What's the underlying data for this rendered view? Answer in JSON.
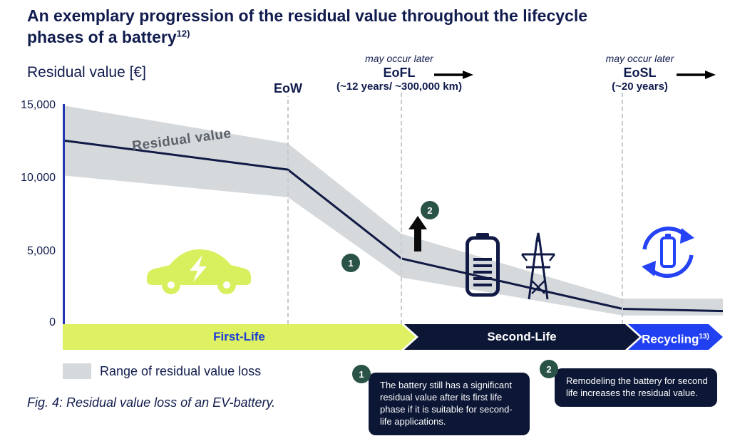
{
  "title": {
    "lines": [
      "An exemplary progression of the residual value throughout the lifecycle",
      "phases of a battery"
    ],
    "sup": "12)"
  },
  "axis": {
    "y_label": "Residual value [€]",
    "y_ticks": [
      "15,000",
      "10,000",
      "5,000",
      "0"
    ]
  },
  "band_label": "Residual value",
  "milestones": [
    {
      "label": "EoW",
      "note": "",
      "sub": ""
    },
    {
      "label": "EoFL",
      "note": "may occur later",
      "sub": "(~12 years/ ~300,000 km)"
    },
    {
      "label": "EoSL",
      "note": "may occur later",
      "sub": "(~20 years)"
    }
  ],
  "phases": [
    {
      "label": "First-Life",
      "sup": ""
    },
    {
      "label": "Second-Life",
      "sup": ""
    },
    {
      "label": "Recycling",
      "sup": "13)"
    }
  ],
  "legend": "Range of residual value loss",
  "caption": "Fig. 4: Residual value loss of an EV-battery.",
  "callouts": [
    {
      "num": "1",
      "text": "The battery still has a significant residual value after its first life phase if it is suitable for second-life applications."
    },
    {
      "num": "2",
      "text": "Remodeling the battery for second life increases the residual value."
    }
  ],
  "colors": {
    "navy": "#111c4e",
    "band_gray": "#d6d9dc",
    "first_life_green": "#ddf163",
    "first_life_text_blue": "#1b3ad6",
    "second_life_navy": "#0c1635",
    "recycling_blue": "#2140f2",
    "badge_green": "#2a5347"
  },
  "chart_data": {
    "type": "line",
    "title": "Residual value throughout the lifecycle phases of a battery",
    "ylabel": "Residual value [€]",
    "ylim": [
      0,
      15000
    ],
    "y_ticks": [
      0,
      5000,
      10000,
      15000
    ],
    "milestones": [
      {
        "name": "EoW",
        "x_frac": 0.341
      },
      {
        "name": "EoFL",
        "x_frac": 0.513,
        "detail": "~12 years/ ~300,000 km"
      },
      {
        "name": "EoSL",
        "x_frac": 0.848,
        "detail": "~20 years"
      }
    ],
    "line": [
      [
        0,
        12600
      ],
      [
        0.341,
        10600
      ],
      [
        0.513,
        4500
      ],
      [
        0.848,
        1050
      ],
      [
        1,
        900
      ]
    ],
    "band_upper": [
      [
        0,
        15000
      ],
      [
        0.341,
        12400
      ],
      [
        0.513,
        6200
      ],
      [
        0.848,
        1750
      ],
      [
        1,
        1750
      ]
    ],
    "band_lower": [
      [
        0,
        10200
      ],
      [
        0.341,
        8700
      ],
      [
        0.513,
        3200
      ],
      [
        0.848,
        600
      ],
      [
        1,
        600
      ]
    ],
    "band_name": "Range of residual value loss",
    "phases": [
      {
        "name": "First-Life",
        "x_range": [
          0,
          0.52
        ]
      },
      {
        "name": "Second-Life",
        "x_range": [
          0.52,
          0.87
        ]
      },
      {
        "name": "Recycling",
        "x_range": [
          0.87,
          1
        ]
      }
    ],
    "annotations": [
      {
        "num": "1",
        "x_frac": 0.43,
        "y": 4300,
        "meaning": "significant residual value after first life"
      },
      {
        "num": "2",
        "x_frac": 0.55,
        "y": 7800,
        "meaning": "remodeling for second life increases residual value (up arrow)"
      }
    ]
  }
}
